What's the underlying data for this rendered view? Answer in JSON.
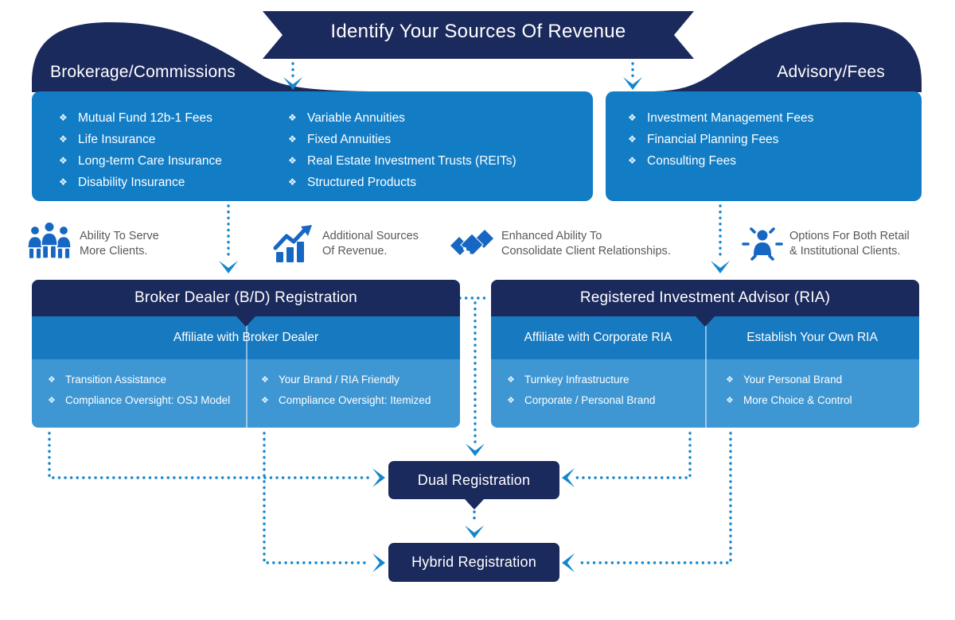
{
  "colors": {
    "navy": "#1b2a5c",
    "panel_blue": "#127dc5",
    "band_blue": "#1779c0",
    "body_blue": "#3e97d3",
    "connector_blue": "#1486cd",
    "icon_blue": "#1667c4",
    "caption_gray": "#58595b"
  },
  "bullet": "❖",
  "banner": {
    "title": "Identify Your Sources Of Revenue"
  },
  "brokerage": {
    "title": "Brokerage/Commissions",
    "col1": [
      "Mutual Fund 12b-1 Fees",
      "Life Insurance",
      "Long-term Care Insurance",
      "Disability Insurance"
    ],
    "col2": [
      "Variable Annuities",
      "Fixed Annuities",
      "Real Estate Investment Trusts (REITs)",
      "Structured Products"
    ]
  },
  "advisory": {
    "title": "Advisory/Fees",
    "items": [
      "Investment Management Fees",
      "Financial Planning Fees",
      "Consulting Fees"
    ]
  },
  "benefits": [
    {
      "icon": "people-group-icon",
      "line1": "Ability To Serve",
      "line2": "More Clients."
    },
    {
      "icon": "growth-chart-icon",
      "line1": "Additional Sources",
      "line2": "Of Revenue."
    },
    {
      "icon": "handshake-icon",
      "line1": "Enhanced Ability To",
      "line2": "Consolidate Client Relationships."
    },
    {
      "icon": "person-focus-icon",
      "line1": "Options For Both Retail",
      "line2": "& Institutional Clients."
    }
  ],
  "broker_dealer": {
    "title": "Broker Dealer (B/D) Registration",
    "subtitle": "Affiliate with Broker Dealer",
    "col1": [
      "Transition Assistance",
      "Compliance Oversight: OSJ Model"
    ],
    "col2": [
      "Your Brand / RIA Friendly",
      "Compliance Oversight: Itemized"
    ]
  },
  "ria": {
    "title": "Registered Investment Advisor (RIA)",
    "subtitle1": "Affiliate with Corporate RIA",
    "subtitle2": "Establish Your Own RIA",
    "col1": [
      "Turnkey Infrastructure",
      "Corporate / Personal Brand"
    ],
    "col2": [
      "Your Personal Brand",
      "More Choice & Control"
    ]
  },
  "dual_registration": {
    "label": "Dual Registration"
  },
  "hybrid_registration": {
    "label": "Hybrid Registration"
  }
}
